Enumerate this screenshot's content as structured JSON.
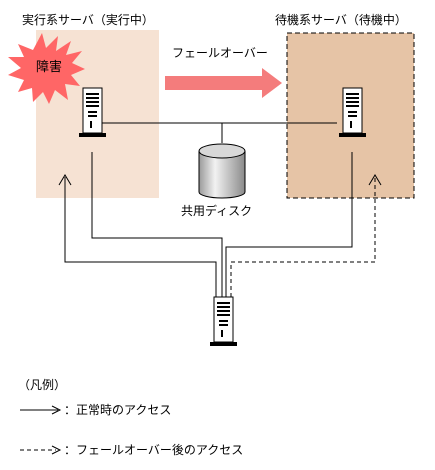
{
  "diagram": {
    "active_server_label": "実行系サーバ（実行中）",
    "standby_server_label": "待機系サーバ（待機中）",
    "failover_label": "フェールオーバー",
    "failure_label": "障害",
    "shared_disk_label": "共用ディスク",
    "legend": {
      "title": "（凡例）",
      "normal_access": "：正常時のアクセス",
      "failover_access": "：フェールオーバー後のアクセス"
    },
    "colors": {
      "active_zone": "#f6e2d3",
      "standby_zone": "#e6c4a6",
      "failover_arrow": "#f47c7c",
      "failure_burst": "#ff6666"
    }
  }
}
